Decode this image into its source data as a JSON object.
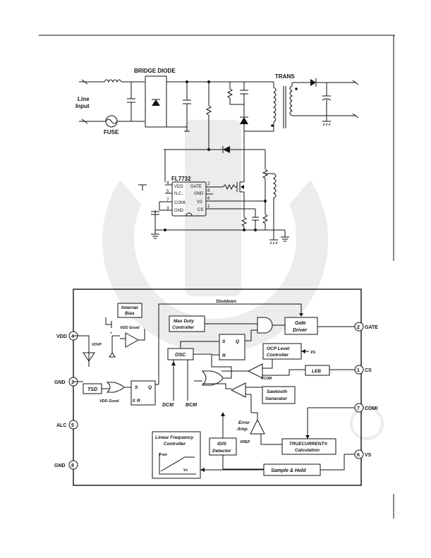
{
  "schematic": {
    "bridge_label": "BRIDGE DIODE",
    "line_input": [
      "Line",
      "Input"
    ],
    "fuse_label": "FUSE",
    "trans_label": "TRANS",
    "ic_name": "FL7732",
    "ic_pins": [
      {
        "num": "4",
        "name": "VDD"
      },
      {
        "num": "5",
        "name": "N.C."
      },
      {
        "num": "7",
        "name": "COMI"
      },
      {
        "num": "3",
        "name": "GND"
      },
      {
        "num": "2",
        "name": "GATE"
      },
      {
        "num": "8",
        "name": "GND"
      },
      {
        "num": "6",
        "name": "VS"
      },
      {
        "num": "1",
        "name": "CS"
      }
    ]
  },
  "block": {
    "pins_left": [
      {
        "num": "4",
        "label": "VDD"
      },
      {
        "num": "3",
        "label": "GND"
      },
      {
        "num": "5",
        "label": "ALC"
      },
      {
        "num": "8",
        "label": "GND"
      }
    ],
    "pins_right": [
      {
        "num": "2",
        "label": "GATE"
      },
      {
        "num": "1",
        "label": "CS"
      },
      {
        "num": "7",
        "label": "COMI"
      },
      {
        "num": "6",
        "label": "VS"
      }
    ],
    "shutdown": "Shutdown",
    "internal_bias": [
      "Internal",
      "Bias"
    ],
    "vdd_good": "VDD Good",
    "vovp": "VOVP",
    "max_duty": [
      "Max Duty",
      "Controller"
    ],
    "gate_driver": [
      "Gate",
      "Driver"
    ],
    "osc": "OSC",
    "s_label": "S",
    "q_label": "Q",
    "r_label": "R",
    "ocp": [
      "OCP Level",
      "Controller"
    ],
    "vs_small": "Vs",
    "leb": "LEB",
    "sawtooth": [
      "Sawtooth",
      "Generator"
    ],
    "tsd": "TSD",
    "vdd_good2": "VDD Good",
    "dcm": "DCM",
    "bcm": "BCM",
    "error_amp": [
      "Error",
      "Amp."
    ],
    "vref": "VREF",
    "vcom": "VCOM",
    "linear_freq": [
      "Linear Frequency",
      "Controller"
    ],
    "fsw": "Fsw",
    "vs_axis": "Vs",
    "tdis": [
      "tDIS",
      "Detector"
    ],
    "truecurrent": [
      "TRUECURRENT®",
      "Calculation"
    ],
    "sample_hold": "Sample & Hold"
  }
}
